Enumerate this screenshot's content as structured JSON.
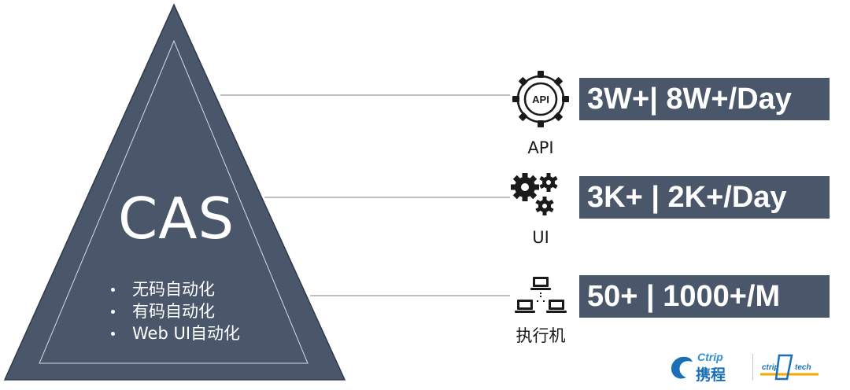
{
  "pyramid": {
    "title": "CAS",
    "bullets": [
      "无码自动化",
      "有码自动化",
      "Web UI自动化"
    ]
  },
  "rows": [
    {
      "icon": "api-gear-icon",
      "label": "API",
      "stat": "3W+| 8W+/Day"
    },
    {
      "icon": "gears-icon",
      "label": "UI",
      "stat": "3K+ | 2K+/Day"
    },
    {
      "icon": "network-computers-icon",
      "label": "执行机",
      "stat": "50+ | 1000+/M"
    }
  ],
  "logos": {
    "ctrip_en": "Ctrip",
    "ctrip_zh": "携程",
    "tech": "ctrip tech"
  },
  "colors": {
    "pyramid": "#4a576a",
    "stat_box": "#4a576a",
    "connector": "#7f7f7f",
    "brand_blue": "#1b6fb6",
    "brand_yellow": "#f2a900"
  }
}
